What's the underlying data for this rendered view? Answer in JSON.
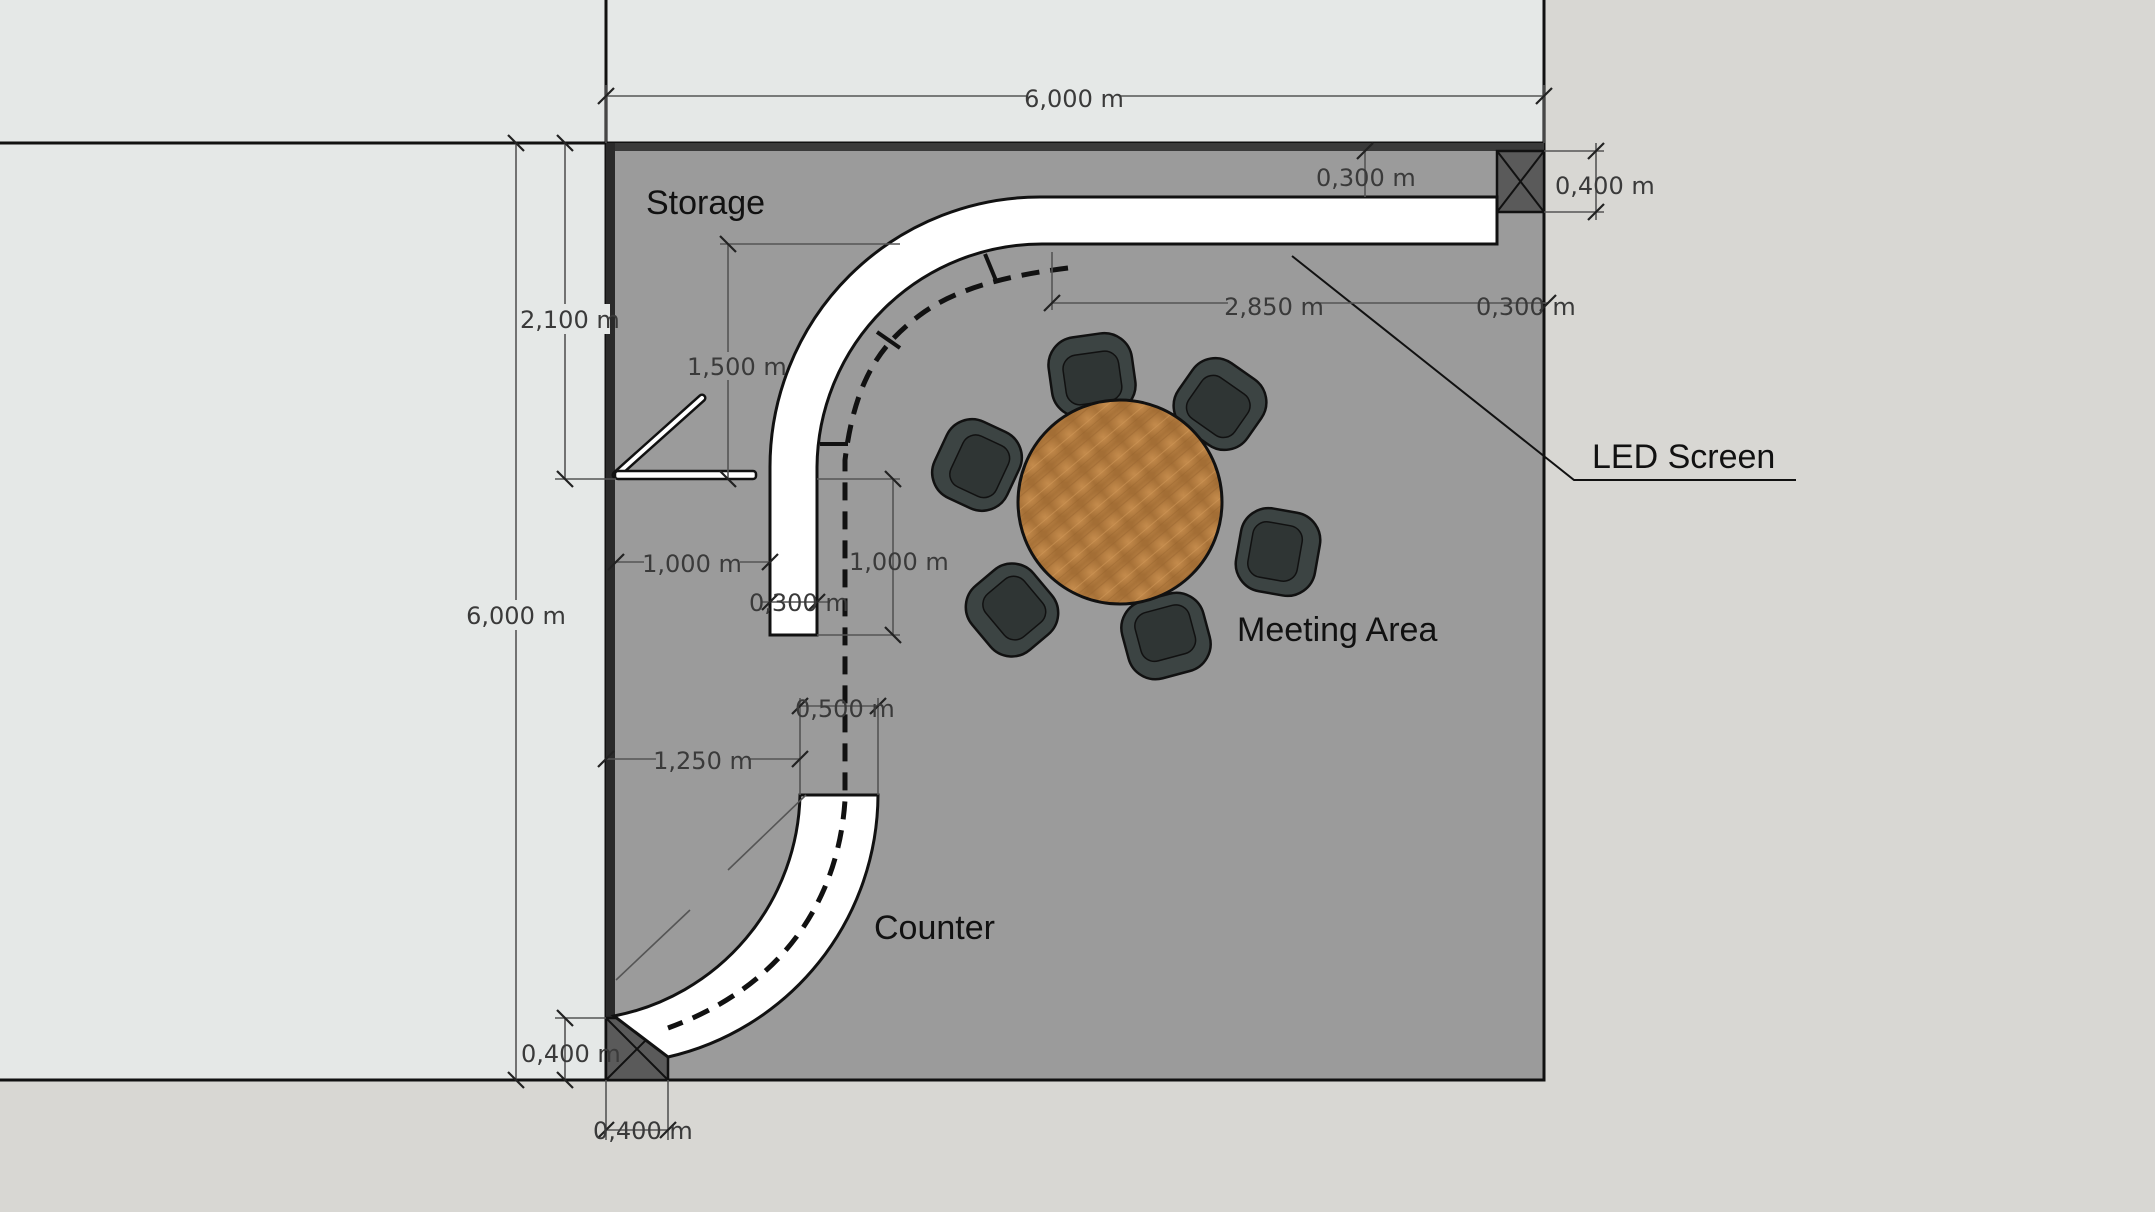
{
  "colors": {
    "background": "#d8d7d3",
    "neighbor_area": "#e5e8e7",
    "floor": "#9b9b9b",
    "wall": "#111111",
    "furniture_fill": "#ffffff",
    "table_wood": "#b27d40",
    "chair": "#3c4443"
  },
  "labels": {
    "storage": "Storage",
    "led_screen": "LED Screen",
    "meeting_area": "Meeting Area",
    "counter": "Counter"
  },
  "dimensions": {
    "top_width": "6,000 m",
    "left_height": "6,000 m",
    "storage_depth": "2,100 m",
    "curve_radius": "1,500 m",
    "screen_length": "2,850 m",
    "screen_offset_top": "0,300 m",
    "screen_offset_bottom": "0,300 m",
    "column_top_right": "0,400 m",
    "door_to_wall": "1,000 m",
    "wall_section": "1,000 m",
    "wall_thickness": "0,300 m",
    "counter_gap": "0,500 m",
    "counter_offset": "1,250 m",
    "column_bottom_left_v": "0,400 m",
    "column_bottom_left_h": "0,400 m"
  }
}
